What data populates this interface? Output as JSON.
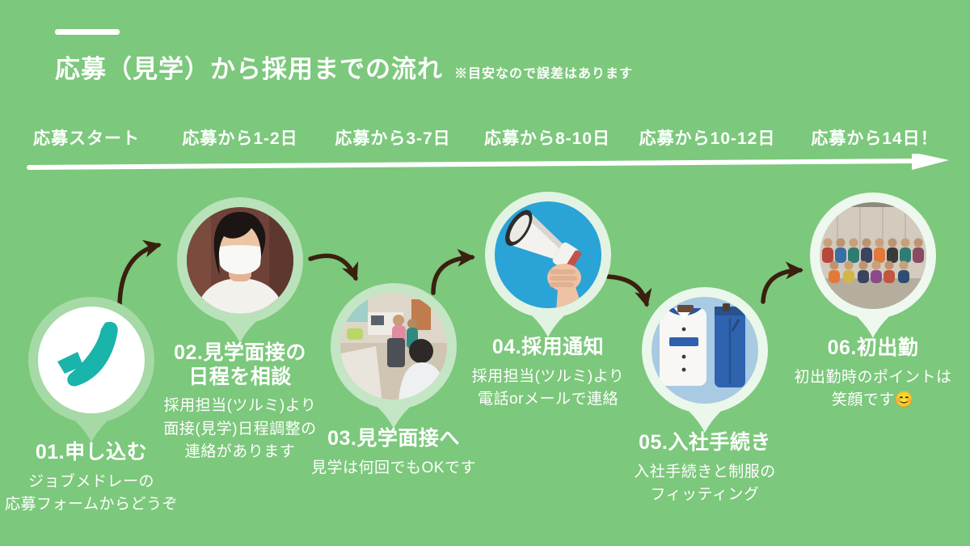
{
  "header": {
    "title": "応募（見学）から採用までの流れ",
    "note": "※目安なので誤差はあります"
  },
  "timeline": {
    "milestones": [
      {
        "label": "応募スタート"
      },
      {
        "label": "応募から1-2日"
      },
      {
        "label": "応募から3-7日"
      },
      {
        "label": "応募から8-10日"
      },
      {
        "label": "応募から10-12日"
      },
      {
        "label": "応募から14日！"
      }
    ]
  },
  "steps": [
    {
      "number": "01",
      "title": "01.申し込む",
      "description": "ジョブメドレーの\n応募フォームからどうぞ",
      "image": "jobmedley-logo"
    },
    {
      "number": "02",
      "title": "02.見学面接の\n日程を相談",
      "description": "採用担当(ツルミ)より\n面接(見学)日程調整の\n連絡があります",
      "image": "recruiter-portrait-photo"
    },
    {
      "number": "03",
      "title": "03.見学面接へ",
      "description": "見学は何回でもOKです",
      "image": "clinic-interior-photo"
    },
    {
      "number": "04",
      "title": "04.採用通知",
      "description": "採用担当(ツルミ)より\n電話orメールで連絡",
      "image": "megaphone-photo"
    },
    {
      "number": "05",
      "title": "05.入社手続き",
      "description": "入社手続きと制服の\nフィッティング",
      "image": "uniform-photo"
    },
    {
      "number": "06",
      "title": "06.初出勤",
      "description": "初出勤時のポイントは\n笑顔です😊",
      "image": "team-group-photo"
    }
  ],
  "colors": {
    "background": "#7cc87c",
    "text": "#ffffff",
    "hand_drawn_arrow": "#3a200f",
    "brand_teal": "#19b4aa",
    "pin_halos": [
      "#a5d9a5",
      "#bae2ba",
      "#c4e6c4",
      "#e3f3e3",
      "#ebf7eb",
      "#eef8ee"
    ]
  }
}
